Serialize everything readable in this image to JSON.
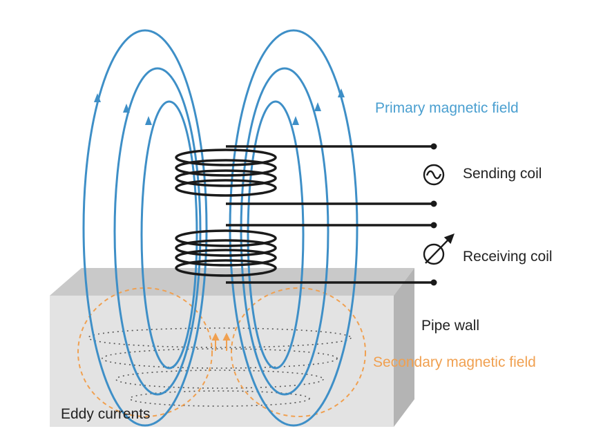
{
  "labels": {
    "primary_field": "Primary magnetic field",
    "sending_coil": "Sending coil",
    "receiving_coil": "Receiving coil",
    "pipe_wall": "Pipe wall",
    "secondary_field": "Secondary magnetic field",
    "eddy_currents": "Eddy currents"
  },
  "icons": {
    "sending_coil_symbol": "ac-source-icon",
    "receiving_coil_symbol": "meter-icon"
  },
  "colors": {
    "primary_field": "#3e8fc7",
    "secondary_field": "#f0a050",
    "coil_wire": "#1a1a1a",
    "pipe_front": "#e3e3e3",
    "pipe_top": "#c9c9c9",
    "pipe_side": "#b4b4b4"
  }
}
